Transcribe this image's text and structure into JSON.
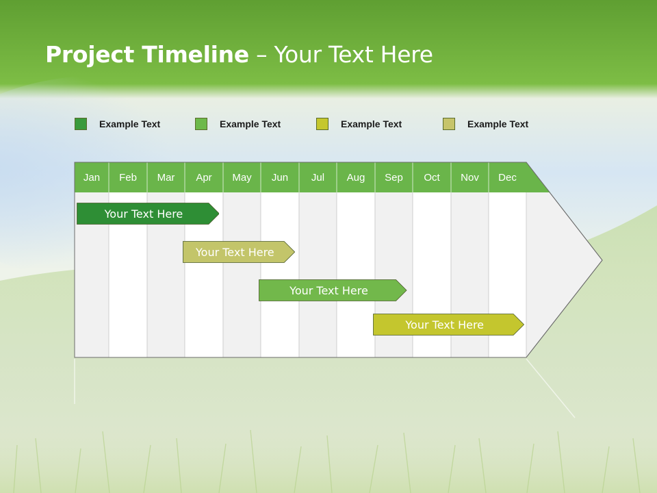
{
  "slide": {
    "title_bold": "Project Timeline",
    "title_rest": " – Your Text Here"
  },
  "legend": [
    {
      "label": "Example Text",
      "color": "#3a9a3c"
    },
    {
      "label": "Example Text",
      "color": "#6db94a"
    },
    {
      "label": "Example Text",
      "color": "#c5c72e"
    },
    {
      "label": "Example Text",
      "color": "#c6c46a"
    }
  ],
  "timeline": {
    "months": [
      "Jan",
      "Feb",
      "Mar",
      "Apr",
      "May",
      "Jun",
      "Jul",
      "Aug",
      "Sep",
      "Oct",
      "Nov",
      "Dec"
    ],
    "header_color": "#6ab54a",
    "tasks": [
      {
        "label": "Your  Text Here",
        "start_month": 0.05,
        "end_month": 3.9,
        "color": "#2e8e35"
      },
      {
        "label": "Your  Text Here",
        "start_month": 2.95,
        "end_month": 5.9,
        "color": "#c3c56a"
      },
      {
        "label": "Your  Text Here",
        "start_month": 4.95,
        "end_month": 8.85,
        "color": "#72b84b"
      },
      {
        "label": "Your  Text Here",
        "start_month": 7.95,
        "end_month": 11.95,
        "color": "#c4c62e"
      }
    ]
  }
}
